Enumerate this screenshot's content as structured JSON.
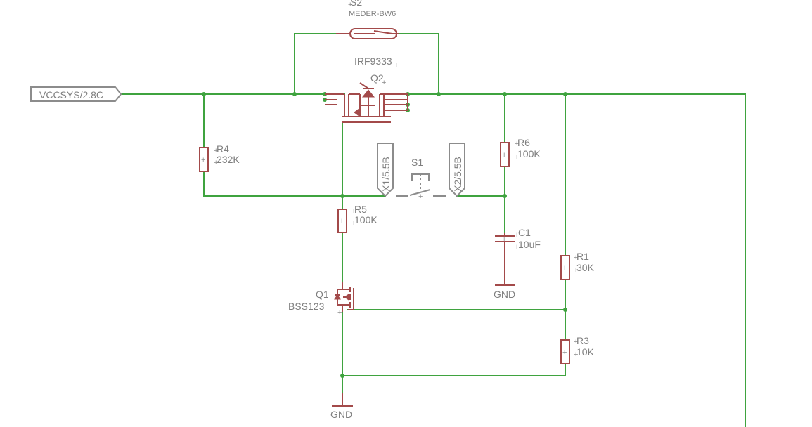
{
  "schematic": {
    "net_label": "VCCSYS/2.8C",
    "components": {
      "S2": {
        "name": "S2",
        "value": "MEDER-BW6"
      },
      "Q2": {
        "name": "Q2",
        "value": "IRF9333"
      },
      "R4": {
        "name": "R4",
        "value": "232K"
      },
      "R6": {
        "name": "R6",
        "value": "100K"
      },
      "R5": {
        "name": "R5",
        "value": "100K"
      },
      "S1": {
        "name": "S1"
      },
      "X1": {
        "name": "X1/5.5B"
      },
      "X2": {
        "name": "X2/5.5B"
      },
      "C1": {
        "name": "C1",
        "value": "10uF"
      },
      "R1": {
        "name": "R1",
        "value": "30K"
      },
      "Q1": {
        "name": "Q1",
        "value": "BSS123"
      },
      "R3": {
        "name": "R3",
        "value": "10K"
      }
    },
    "gnd_labels": [
      "GND",
      "GND"
    ],
    "colors": {
      "wire": "#3fa33f",
      "part": "#a34a4a",
      "text": "#7f7f7f",
      "background": "#ffffff"
    }
  }
}
